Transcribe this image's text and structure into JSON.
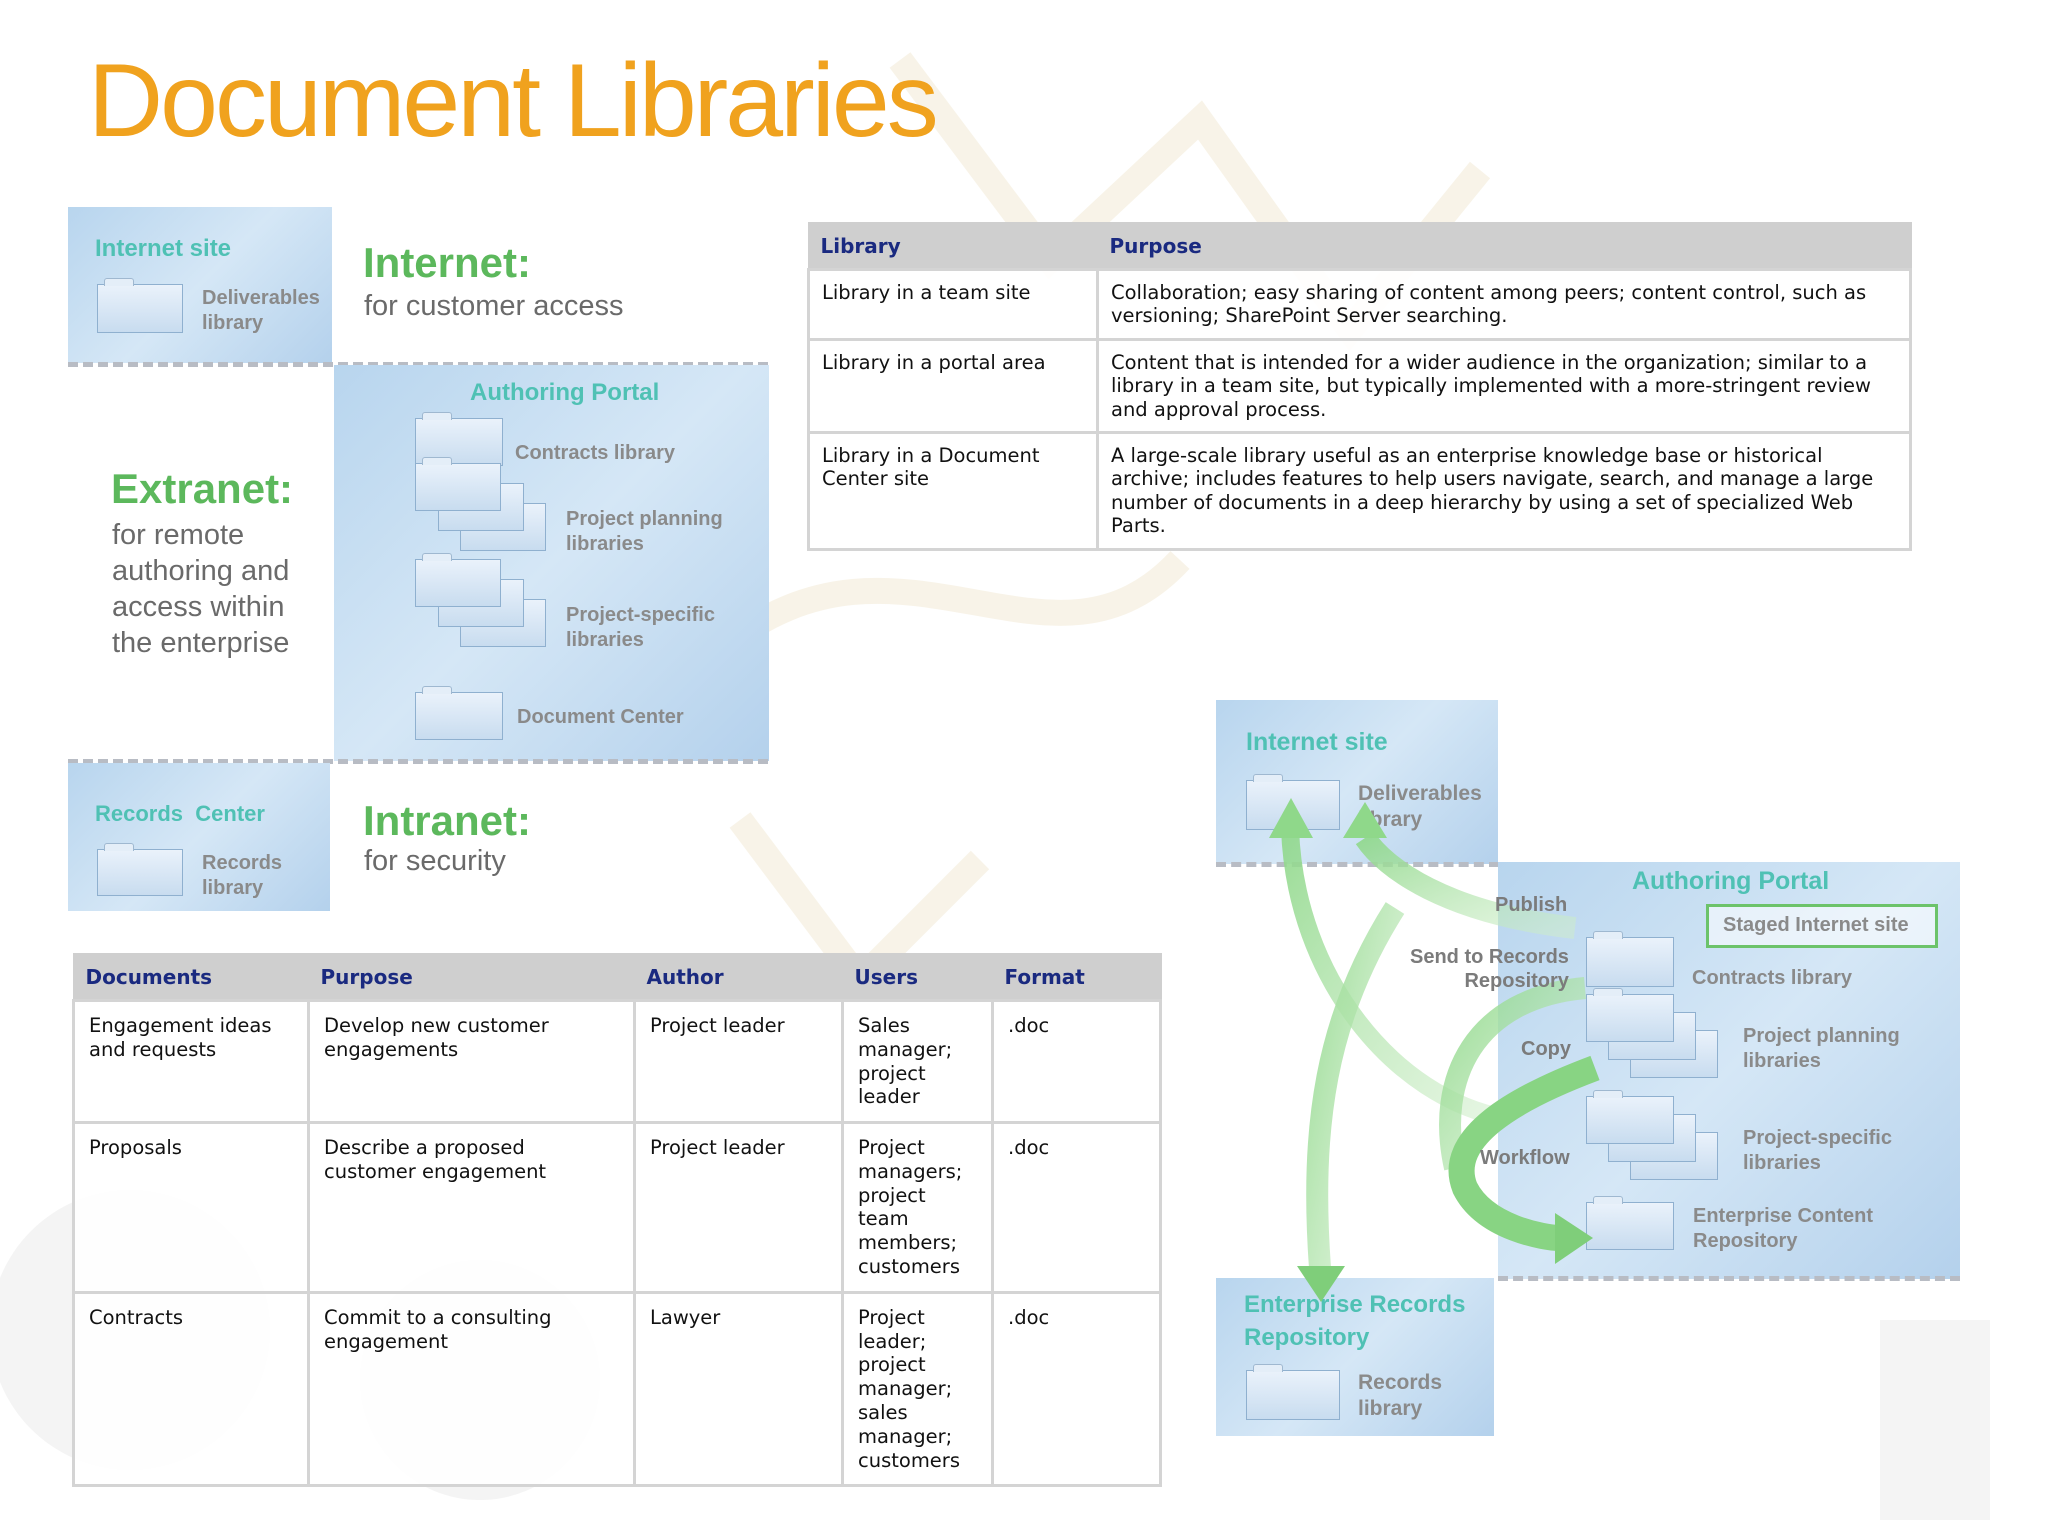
{
  "slide": {
    "title": "Document Libraries"
  },
  "zones": {
    "internet": {
      "title": "Internet:",
      "subtitle": "for customer access"
    },
    "extranet": {
      "title": "Extranet:",
      "subtitle_lines": [
        "for remote",
        "authoring and",
        "access within",
        "the enterprise"
      ]
    },
    "intranet": {
      "title": "Intranet:",
      "subtitle": "for security"
    }
  },
  "left_diagram": {
    "internet_site": {
      "title": "Internet site",
      "library": [
        "Deliverables",
        "library"
      ]
    },
    "authoring_portal": {
      "title": "Authoring Portal",
      "items": [
        {
          "label": [
            "Contracts library"
          ]
        },
        {
          "label": [
            "Project planning",
            "libraries"
          ]
        },
        {
          "label": [
            "Project-specific",
            "libraries"
          ]
        },
        {
          "label": [
            "Document Center"
          ]
        }
      ]
    },
    "records_center": {
      "title": "Records  Center",
      "library": [
        "Records",
        "library"
      ]
    }
  },
  "library_table": {
    "headers": [
      "Library",
      "Purpose"
    ],
    "rows": [
      [
        "Library in a team site",
        "Collaboration; easy sharing of content among peers; content control, such as versioning; SharePoint Server searching."
      ],
      [
        "Library in a portal area",
        "Content that is intended for a wider audience in the organization; similar to a library in a team site, but typically implemented with a more-stringent review and approval process."
      ],
      [
        "Library in a Document Center site",
        "A large-scale library useful as an enterprise knowledge base or historical archive; includes features to help users navigate, search, and manage a large number of documents in a deep hierarchy by using a set of specialized Web Parts."
      ]
    ]
  },
  "documents_table": {
    "headers": [
      "Documents",
      "Purpose",
      "Author",
      "Users",
      "Format"
    ],
    "rows": [
      [
        "Engagement ideas and requests",
        "Develop new customer engagements",
        "Project leader",
        "Sales manager; project leader",
        ".doc"
      ],
      [
        "Proposals",
        "Describe a proposed customer engagement",
        "Project leader",
        "Project managers; project team members; customers",
        ".doc"
      ],
      [
        "Contracts",
        "Commit to a consulting engagement",
        "Lawyer",
        "Project leader; project manager; sales manager; customers",
        ".doc"
      ]
    ]
  },
  "right_diagram": {
    "internet_site": {
      "title": "Internet site",
      "library": [
        "Deliverables",
        "library"
      ]
    },
    "authoring_portal": {
      "title": "Authoring Portal",
      "staged": "Staged Internet site",
      "items": [
        {
          "label": [
            "Contracts library"
          ]
        },
        {
          "label": [
            "Project planning",
            "libraries"
          ]
        },
        {
          "label": [
            "Project-specific",
            "libraries"
          ]
        },
        {
          "label": [
            "Enterprise Content",
            "Repository"
          ]
        }
      ]
    },
    "flows": {
      "publish": "Publish",
      "send_records": [
        "Send to Records",
        "Repository"
      ],
      "copy": "Copy",
      "workflow": "Workflow"
    },
    "records_repo": {
      "title": [
        "Enterprise Records",
        "Repository"
      ],
      "library": [
        "Records",
        "library"
      ]
    }
  },
  "colors": {
    "title": "#f0a21e",
    "zone_green": "#5cb85c",
    "panel_title": "#4fc1b4",
    "header_text": "#1a2a80",
    "arrow": "#7fce7a"
  }
}
